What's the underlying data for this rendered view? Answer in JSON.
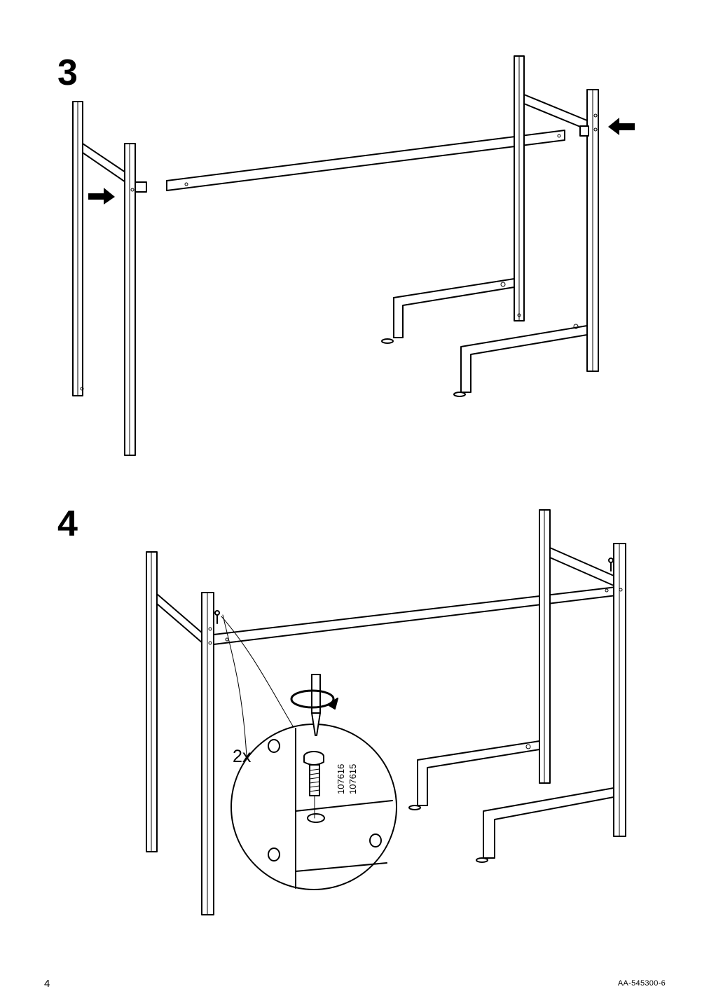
{
  "steps": [
    {
      "number": "3"
    },
    {
      "number": "4",
      "quantity": "2x",
      "part_numbers": [
        "107616",
        "107615"
      ]
    }
  ],
  "footer": {
    "page_number": "4",
    "doc_code": "AA-545300-6"
  }
}
